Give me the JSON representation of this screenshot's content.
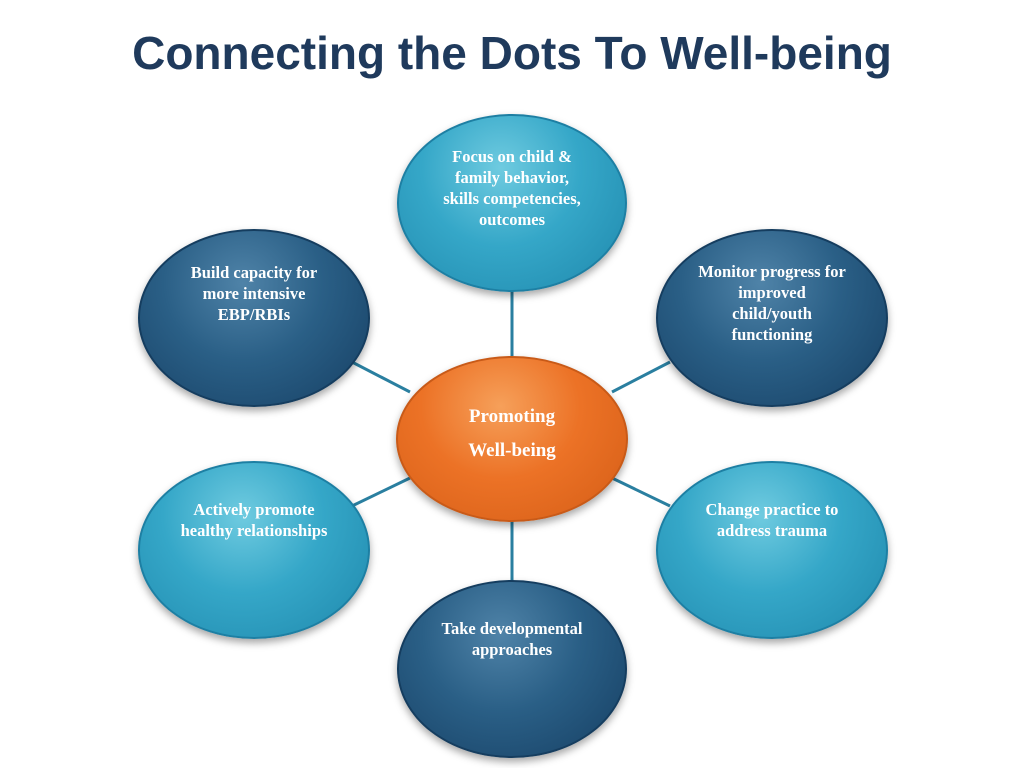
{
  "slide": {
    "title": "Connecting the Dots To Well-being"
  },
  "diagram": {
    "center": {
      "label": "Promoting\nWell-being",
      "color": "#ec7226"
    },
    "nodes": [
      {
        "id": "top",
        "label": "Focus on child &\nfamily  behavior,\nskills competencies,\noutcomes",
        "color": "#35a7c8"
      },
      {
        "id": "upper-right",
        "label": "Monitor progress for\nimproved\nchild/youth\nfunctioning",
        "color": "#2a5f86"
      },
      {
        "id": "lower-right",
        "label": "Change  practice to\naddress trauma",
        "color": "#35a7c8"
      },
      {
        "id": "bottom",
        "label": "Take developmental\napproaches",
        "color": "#2a5f86"
      },
      {
        "id": "lower-left",
        "label": "Actively promote\nhealthy relationships",
        "color": "#35a7c8"
      },
      {
        "id": "upper-left",
        "label": "Build capacity for\nmore intensive\nEBP/RBIs",
        "color": "#2a5f86"
      }
    ],
    "connector_color": "#2a7fa0"
  }
}
